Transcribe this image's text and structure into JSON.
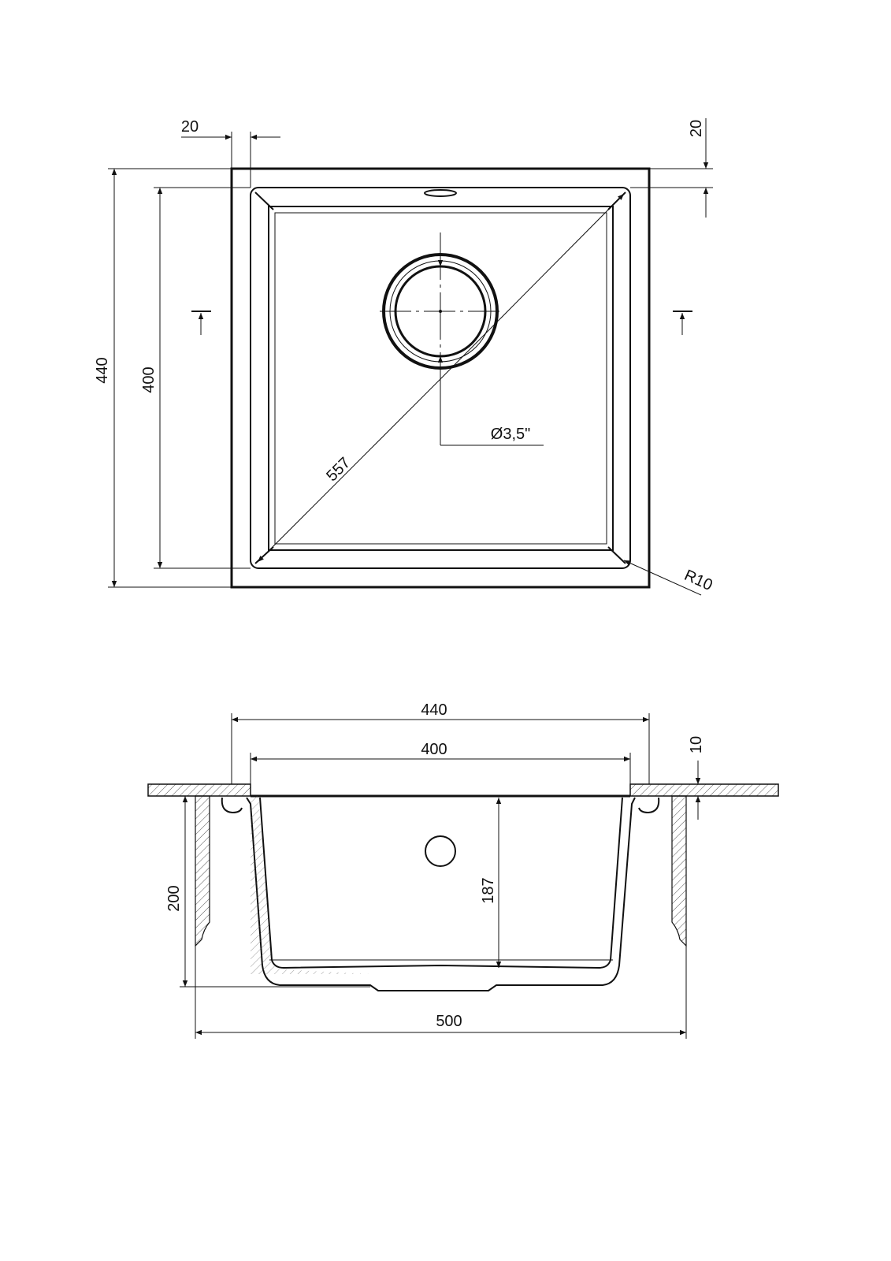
{
  "drawing": {
    "top_view": {
      "dim_rim_left": "20",
      "dim_rim_top": "20",
      "dim_outer_height": "440",
      "dim_inner_height": "400",
      "dim_diagonal": "557",
      "dim_drain": "Ø3,5\"",
      "dim_corner_radius": "R10"
    },
    "section_view": {
      "dim_outer_width": "440",
      "dim_inner_width": "400",
      "dim_rim_thickness": "10",
      "dim_cabinet_depth": "200",
      "dim_bowl_depth": "187",
      "dim_cabinet_width": "500"
    },
    "colors": {
      "line": "#111111",
      "background": "#ffffff"
    }
  }
}
